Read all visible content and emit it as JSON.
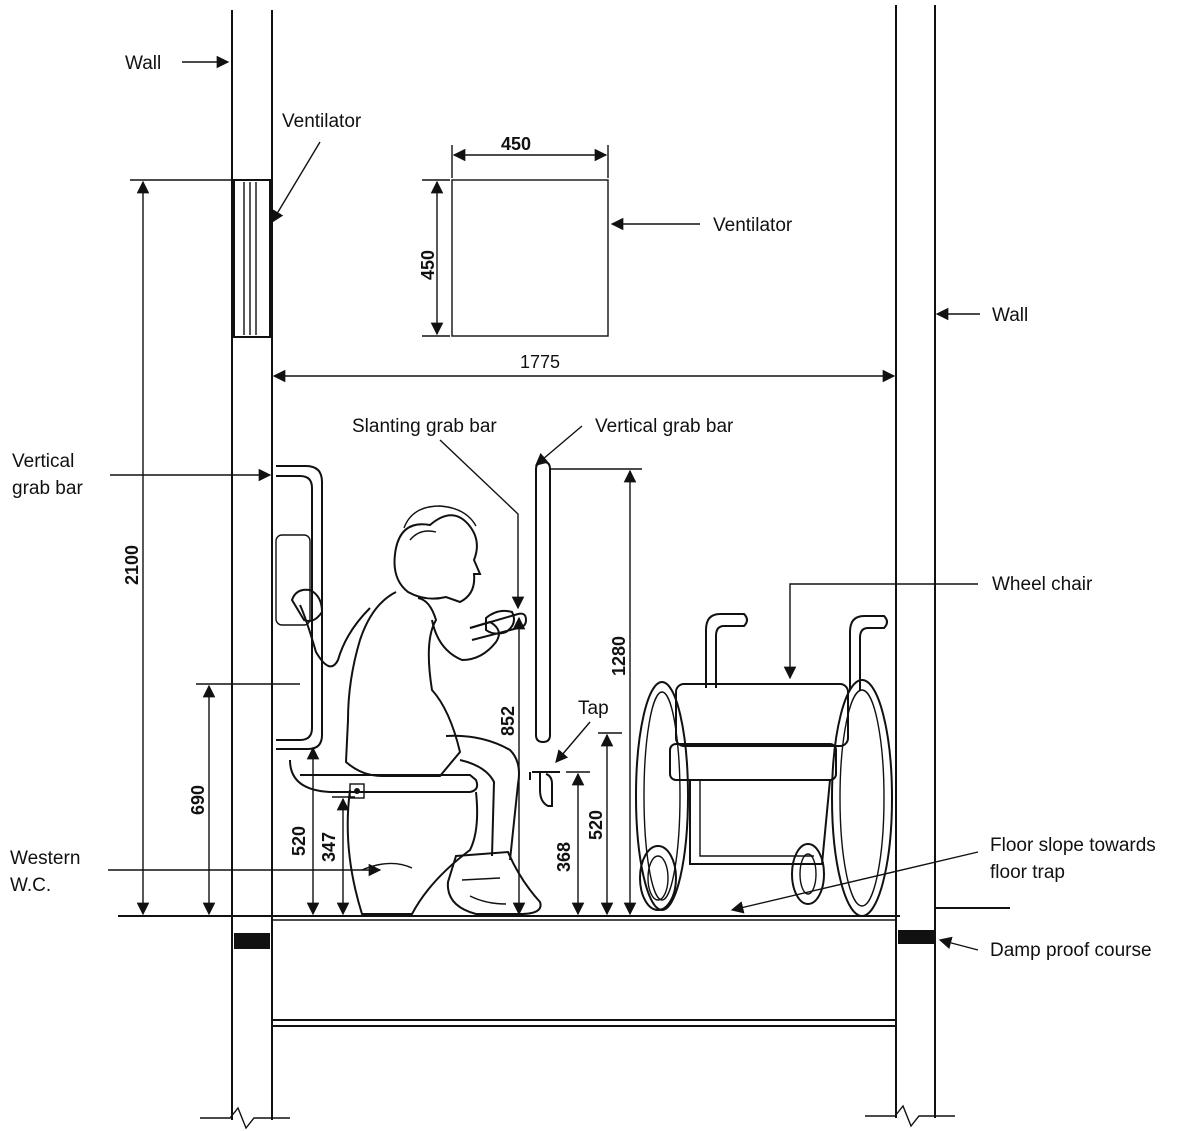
{
  "labels": {
    "wall_left": "Wall",
    "wall_right": "Wall",
    "ventilator_left": "Ventilator",
    "ventilator_right": "Ventilator",
    "vertical_grab_bar_left": [
      "Vertical",
      "grab bar"
    ],
    "slanting_grab_bar": "Slanting grab bar",
    "vertical_grab_bar_right": "Vertical grab bar",
    "wheel_chair": "Wheel chair",
    "tap": "Tap",
    "western_wc": [
      "Western",
      "W.C."
    ],
    "floor_slope": [
      "Floor slope towards",
      "floor trap"
    ],
    "damp_proof_course": "Damp proof course"
  },
  "dimensions": {
    "vent_width": "450",
    "vent_height": "450",
    "room_width": "1775",
    "ventilator_top_height": "2100",
    "grab_bar_height_left": "690",
    "seat_height": "520",
    "wc_height": "347",
    "slanting_bar_height": "852",
    "tap_height": "368",
    "vertical_bar_bottom": "520",
    "vertical_bar_top": "1280"
  },
  "colors": {
    "ink": "#111111",
    "background": "#ffffff"
  }
}
